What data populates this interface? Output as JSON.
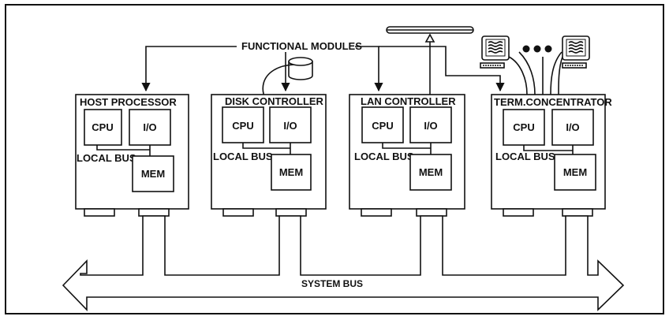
{
  "diagram": {
    "functional_modules_label": "FUNCTIONAL MODULES",
    "system_bus_label": "SYSTEM BUS",
    "local_bus_label": "LOCAL BUS",
    "modules": [
      {
        "title": "HOST PROCESSOR",
        "cpu": "CPU",
        "io": "I/O",
        "mem": "MEM"
      },
      {
        "title": "DISK CONTROLLER",
        "cpu": "CPU",
        "io": "I/O",
        "mem": "MEM"
      },
      {
        "title": "LAN CONTROLLER",
        "cpu": "CPU",
        "io": "I/O",
        "mem": "MEM"
      },
      {
        "title": "TERM.CONCENTRATOR",
        "cpu": "CPU",
        "io": "I/O",
        "mem": "MEM"
      }
    ],
    "peripherals": {
      "disk": "disk-drive-icon",
      "lan": "lan-cable-icon",
      "terminal": "terminal-monitor-icon",
      "ellipsis": "ellipsis-dots"
    }
  }
}
